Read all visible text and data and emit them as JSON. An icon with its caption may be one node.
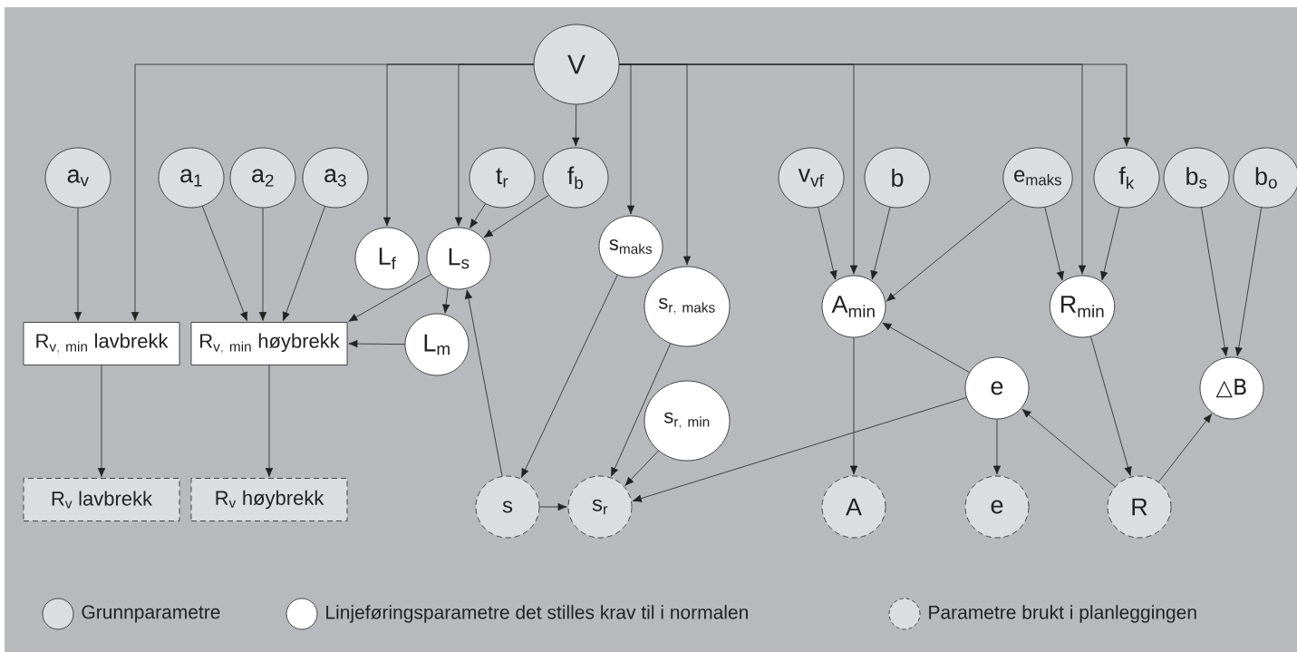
{
  "diagram": {
    "nodes": [
      {
        "text": [
          "V"
        ]
      },
      {
        "text": [
          "a$_{v}$"
        ]
      },
      {
        "text": [
          "a$_{1}$"
        ]
      },
      {
        "text": [
          "a$_{2}$"
        ]
      },
      {
        "text": [
          "a$_{3}$"
        ]
      },
      {
        "text": [
          "t$_{r}$"
        ]
      },
      {
        "text": [
          "f$_{b}$"
        ]
      },
      {
        "text": [
          "L$_{f}$"
        ]
      },
      {
        "text": [
          "L$_{s}$"
        ]
      },
      {
        "text": [
          "s$_{maks}$"
        ]
      },
      {
        "text": [
          "\\mathrm{s}_{\\mathrm{r,\\ maks}}"
        ]
      },
      {
        "text": [
          "v$_{vf}$"
        ]
      },
      {
        "text": [
          "b"
        ]
      },
      {
        "text": [
          "e$_{maks}$"
        ]
      },
      {
        "text": [
          "f$_{k}$"
        ]
      },
      {
        "text": [
          "b$_{s}$"
        ]
      },
      {
        "text": [
          "b$_{o}$"
        ]
      },
      {
        "text": [
          "A$_{min}$"
        ]
      },
      {
        "text": [
          "R$_{min}$"
        ]
      },
      {
        "text": [
          "\\mathrm{R}_{\\mathrm{v,\\ min}}\\ \\text{lavbrekk}"
        ]
      },
      {
        "text": [
          "\\mathrm{R}_{\\mathrm{v,\\ min}}\\ \\text{høybrekk}"
        ]
      },
      {
        "text": [
          "L$_{m}$"
        ]
      },
      {
        "text": [
          "e"
        ]
      },
      {
        "text": [
          "△B"
        ]
      },
      {
        "text": [
          "\\mathrm{s}_{\\mathrm{r,\\ min}}"
        ]
      },
      {
        "text": [
          "R$_{v}$ lavbrekk"
        ]
      },
      {
        "text": [
          "R$_{v}$ høybrekk"
        ]
      },
      {
        "text": [
          "s"
        ]
      },
      {
        "text": [
          "s$_{r}$"
        ]
      },
      {
        "text": [
          "A"
        ]
      },
      {
        "text": [
          "e"
        ]
      },
      {
        "text": [
          "R"
        ]
      }
    ],
    "edges": [
      {
        "from": 0,
        "to": 19,
        "arrow": "to"
      },
      {
        "from": 0,
        "to": 7,
        "arrow": "to"
      },
      {
        "from": 0,
        "to": 8,
        "arrow": "to"
      },
      {
        "from": 0,
        "to": 6,
        "arrow": "to"
      },
      {
        "from": 0,
        "to": 9,
        "arrow": "to"
      },
      {
        "from": 0,
        "to": 10,
        "arrow": "to"
      },
      {
        "from": 0,
        "to": 17,
        "arrow": "to"
      },
      {
        "from": 0,
        "to": 18,
        "arrow": "to"
      },
      {
        "from": 0,
        "to": 14,
        "arrow": "to"
      },
      {
        "from": 1,
        "to": 19,
        "arrow": "to"
      },
      {
        "from": 2,
        "to": 20,
        "arrow": "to"
      },
      {
        "from": 3,
        "to": 20,
        "arrow": "to"
      },
      {
        "from": 4,
        "to": 20,
        "arrow": "to"
      },
      {
        "from": 5,
        "to": 8,
        "arrow": "to"
      },
      {
        "from": 6,
        "to": 8,
        "arrow": "to"
      },
      {
        "from": 8,
        "to": 20,
        "arrow": "to"
      },
      {
        "from": 8,
        "to": 21,
        "arrow": "to"
      },
      {
        "from": 21,
        "to": 20,
        "arrow": "to"
      },
      {
        "from": 19,
        "to": 25,
        "arrow": "to"
      },
      {
        "from": 20,
        "to": 26,
        "arrow": "to"
      },
      {
        "from": 27,
        "to": 8,
        "arrow": "to"
      },
      {
        "from": 9,
        "to": 27,
        "arrow": "to"
      },
      {
        "from": 10,
        "to": 28,
        "arrow": "to"
      },
      {
        "from": 24,
        "to": 28,
        "arrow": "to"
      },
      {
        "from": 22,
        "to": 28,
        "arrow": "to"
      },
      {
        "from": 27,
        "to": 28,
        "arrow": "to"
      },
      {
        "from": 11,
        "to": 17,
        "arrow": "to"
      },
      {
        "from": 12,
        "to": 17,
        "arrow": "to"
      },
      {
        "from": 13,
        "to": 17,
        "arrow": "to"
      },
      {
        "from": 13,
        "to": 18,
        "arrow": "to"
      },
      {
        "from": 14,
        "to": 18,
        "arrow": "to"
      },
      {
        "from": 15,
        "to": 23,
        "arrow": "to"
      },
      {
        "from": 16,
        "to": 23,
        "arrow": "to"
      },
      {
        "from": 22,
        "to": 17,
        "arrow": "to"
      },
      {
        "from": 17,
        "to": 29,
        "arrow": "to"
      },
      {
        "from": 22,
        "to": 30,
        "arrow": "to"
      },
      {
        "from": 31,
        "to": 22,
        "arrow": "to"
      },
      {
        "from": 18,
        "to": 31,
        "arrow": "to"
      },
      {
        "from": 31,
        "to": 23,
        "arrow": "to"
      }
    ],
    "legend": [
      {
        "text": "Grunnparametre"
      },
      {
        "text": "Linjeføringsparametre det stilles krav til i normalen"
      },
      {
        "text": "Parametre brukt i planleggingen"
      }
    ]
  }
}
